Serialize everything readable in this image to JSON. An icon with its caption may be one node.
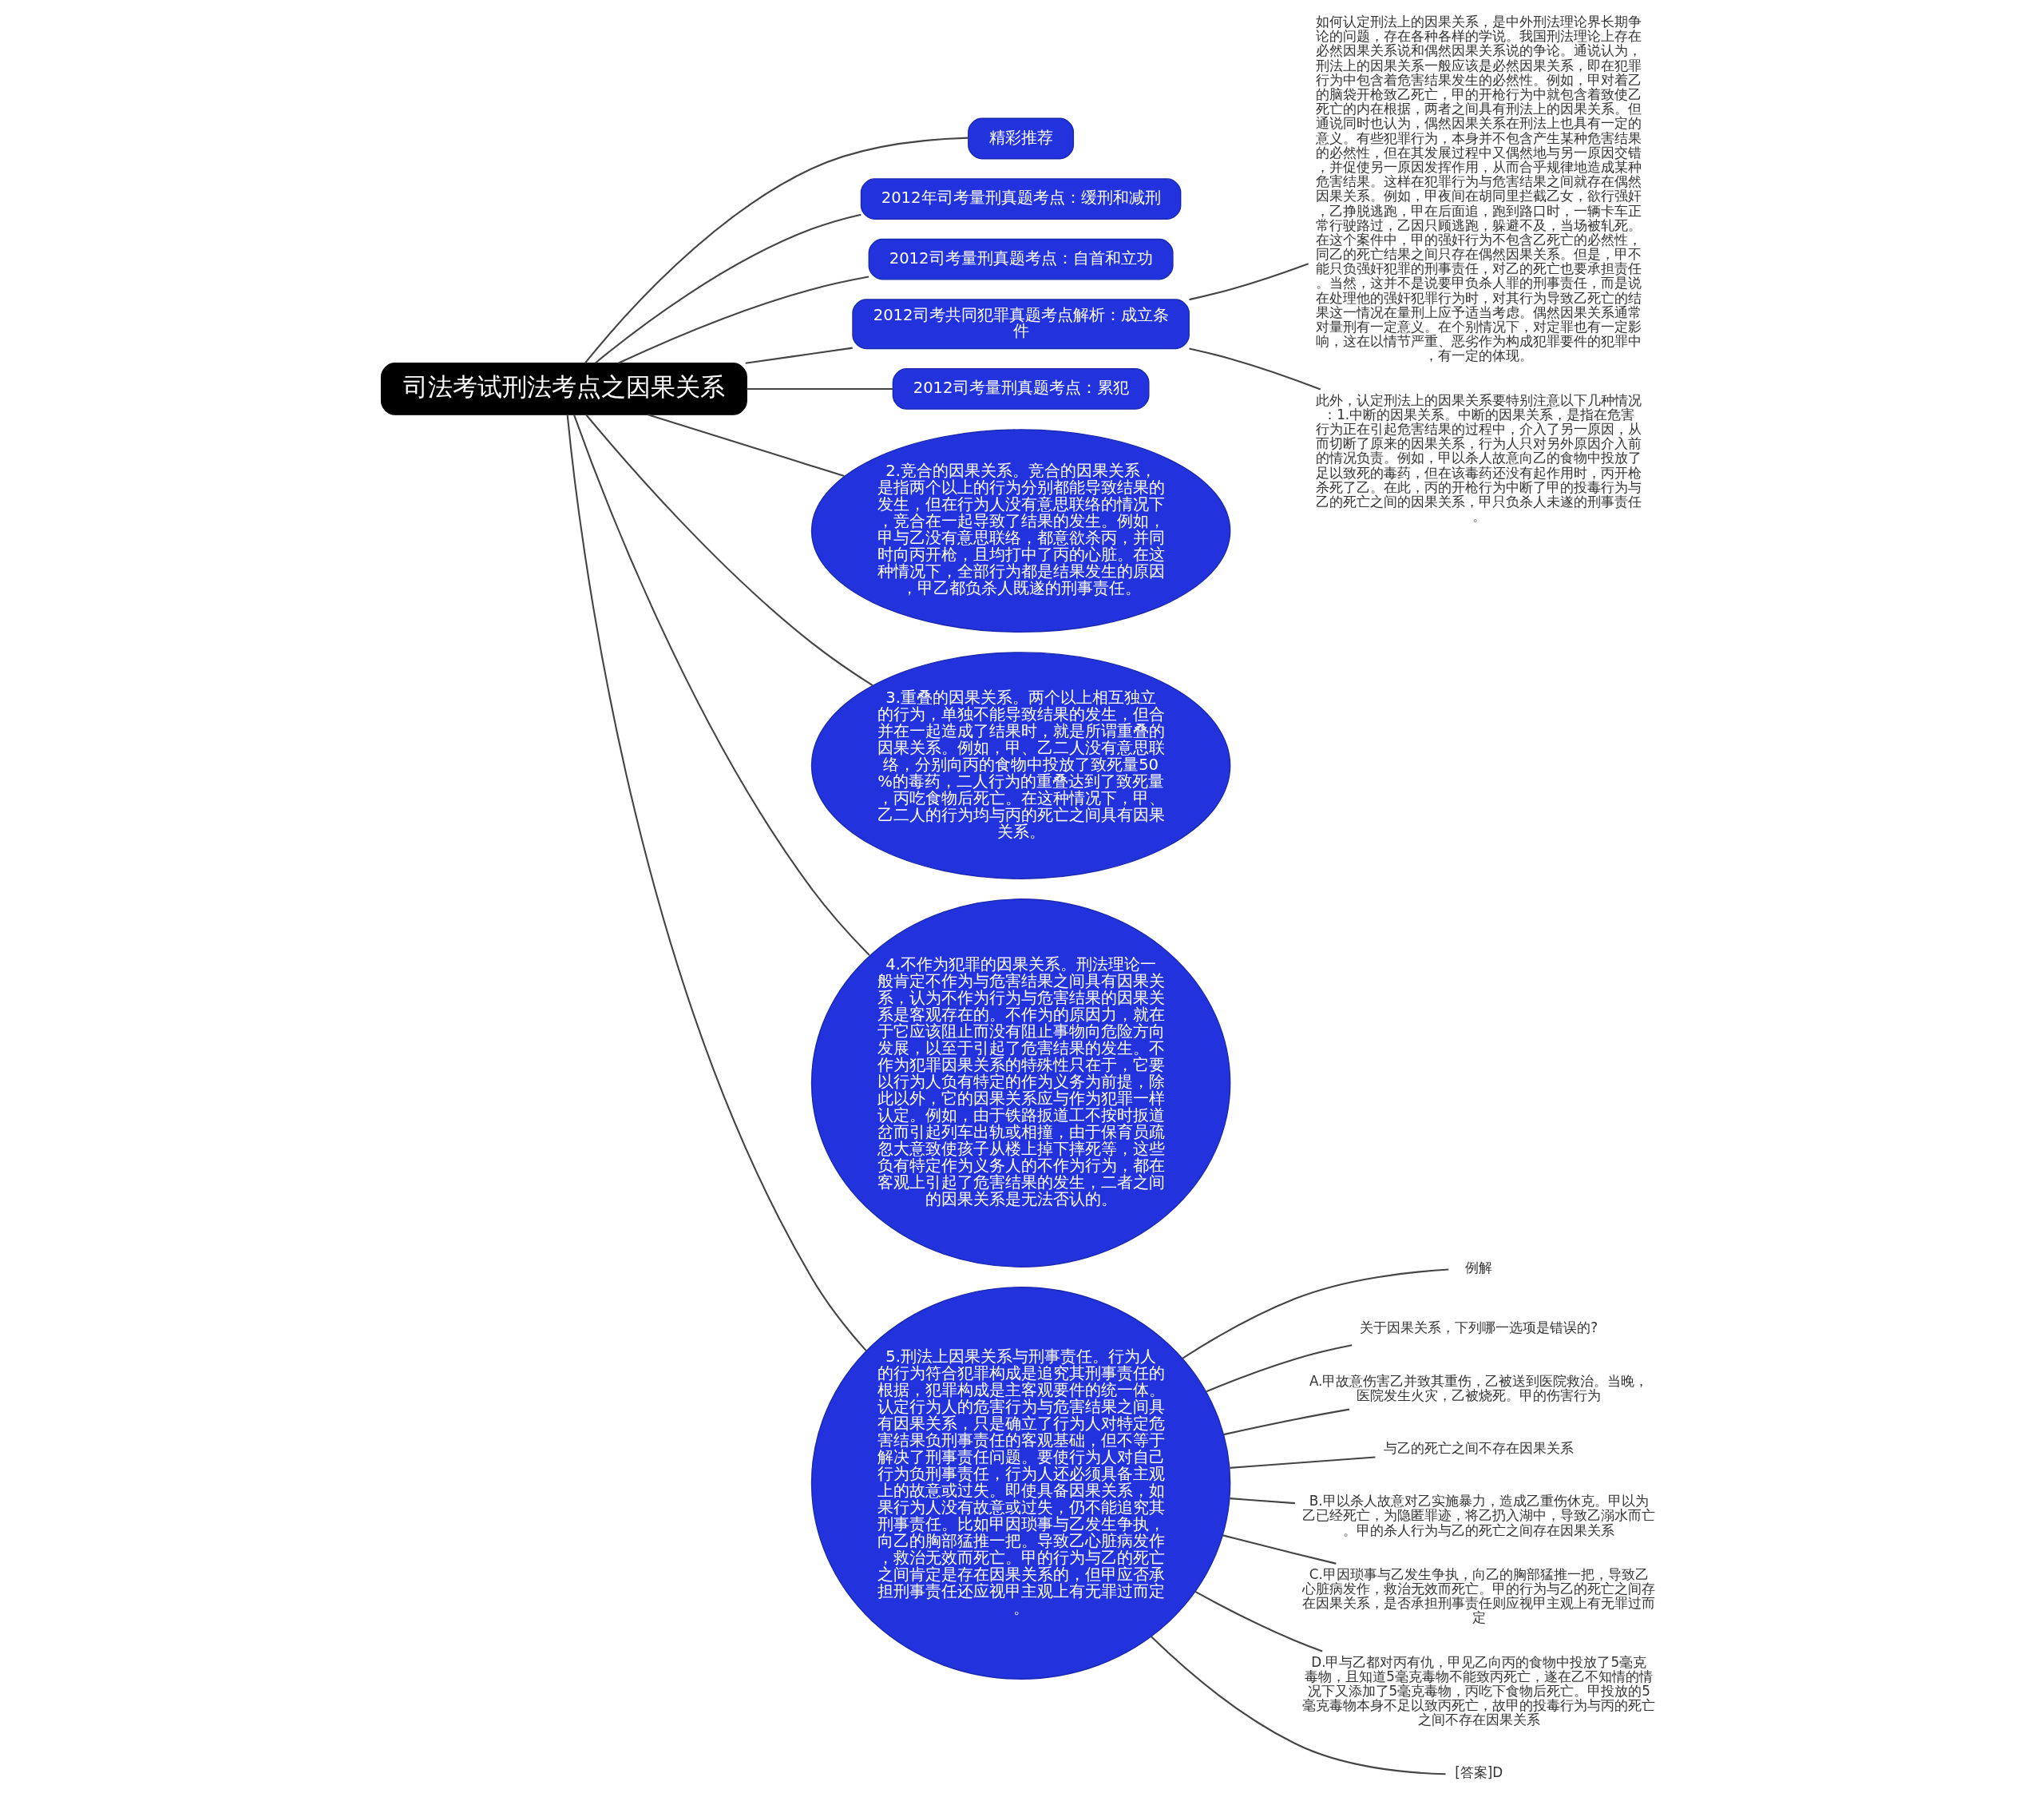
{
  "diagram": {
    "nodes": [
      {
        "text": [
          "司法考试刑法考点之因果关系"
        ]
      },
      {
        "text": [
          "精彩推荐"
        ]
      },
      {
        "text": [
          "2012年司考量刑真题考点：缓刑和减刑"
        ]
      },
      {
        "text": [
          "2012司考量刑真题考点：自首和立功"
        ]
      },
      {
        "text": [
          "2012司考共同犯罪真题考点解析：成立条件"
        ]
      },
      {
        "text": [
          "如何认定刑法上的因果关系，是中外刑法理论界长期争论的问题，存在各种各样的学说。我国刑法理论上存在必然因果关系说和偶然因果关系说的争论。通说认为，刑法上的因果关系一般应该是必然因果关系，即在犯罪行为中包含着危害结果发生的必然性。例如，甲对着乙的脑袋开枪致乙死亡，甲的开枪行为中就包含着致使乙死亡的内在根据，两者之间具有刑法上的因果关系。但通说同时也认为，偶然因果关系在刑法上也具有一定的意义。有些犯罪行为，本身并不包含产生某种危害结果的必然性，但在其发展过程中又偶然地与另一原因交错，并促使另一原因发挥作用，从而合乎规律地造成某种危害结果。这样在犯罪行为与危害结果之间就存在偶然因果关系。例如，甲夜间在胡同里拦截乙女，欲行强奸，乙挣脱逃跑，甲在后面追，跑到路口时，一辆卡车正常行驶路过，乙因只顾逃跑，躲避不及，当场被轧死。在这个案件中，甲的强奸行为不包含乙死亡的必然性，同乙的死亡结果之间只存在偶然因果关系。但是，甲不能只负强奸犯罪的刑事责任，对乙的死亡也要承担责任。当然，这并不是说要甲负杀人罪的刑事责任，而是说在处理他的强奸犯罪行为时，对其行为导致乙死亡的结果这一情况在量刑上应予适当考虑。偶然因果关系通常对量刑有一定意义。在个别情况下，对定罪也有一定影响，这在以情节严重、恶劣作为构成犯罪要件的犯罪中，有一定的体现。"
        ]
      },
      {
        "text": [
          "此外，认定刑法上的因果关系要特别注意以下几种情况：1.中断的因果关系。中断的因果关系，是指在危害行为正在引起危害结果的过程中，介入了另一原因，从而切断了原来的因果关系，行为人只对另外原因介入前的情况负责。例如，甲以杀人故意向乙的食物中投放了足以致死的毒药，但在该毒药还没有起作用时，丙开枪杀死了乙。在此，丙的开枪行为中断了甲的投毒行为与乙的死亡之间的因果关系，甲只负杀人未遂的刑事责任。"
        ]
      },
      {
        "text": [
          "2012司考量刑真题考点：累犯"
        ]
      },
      {
        "text": [
          "2.竞合的因果关系。竞合的因果关系，是指两个以上的行为分别都能导致结果的发生，但在行为人没有意思联络的情况下，竞合在一起导致了结果的发生。例如，甲与乙没有意思联络，都意欲杀丙，并同时向丙开枪，且均打中了丙的心脏。在这种情况下，全部行为都是结果发生的原因，甲乙都负杀人既遂的刑事责任。"
        ]
      },
      {
        "text": [
          "3.重叠的因果关系。两个以上相互独立的行为，单独不能导致结果的发生，但合并在一起造成了结果时，就是所谓重叠的因果关系。例如，甲、乙二人没有意思联络，分别向丙的食物中投放了致死量50%的毒药，二人行为的重叠达到了致死量，丙吃食物后死亡。在这种情况下，甲、乙二人的行为均与丙的死亡之间具有因果关系。"
        ]
      },
      {
        "text": [
          "4.不作为犯罪的因果关系。刑法理论一般肯定不作为与危害结果之间具有因果关系，认为不作为行为与危害结果的因果关系是客观存在的。不作为的原因力，就在于它应该阻止而没有阻止事物向危险方向发展，以至于引起了危害结果的发生。不作为犯罪因果关系的特殊性只在于，它要以行为人负有特定的作为义务为前提，除此以外，它的因果关系应与作为犯罪一样认定。例如，由于铁路扳道工不按时扳道岔而引起列车出轨或相撞，由于保育员疏忽大意致使孩子从楼上掉下摔死等，这些负有特定作为义务人的不作为行为，都在客观上引起了危害结果的发生，二者之间的因果关系是无法否认的。"
        ]
      },
      {
        "text": [
          "5.刑法上因果关系与刑事责任。行为人的行为符合犯罪构成是追究其刑事责任的根据，犯罪构成是主客观要件的统一体。认定行为人的危害行为与危害结果之间具有因果关系，只是确立了行为人对特定危害结果负刑事责任的客观基础，但不等于解决了刑事责任问题。要使行为人对自己行为负刑事责任，行为人还必须具备主观上的故意或过失。即使具备因果关系，如果行为人没有故意或过失，仍不能追究其刑事责任。比如甲因琐事与乙发生争执，向乙的胸部猛推一把。导致乙心脏病发作，救治无效而死亡。甲的行为与乙的死亡之间肯定是存在因果关系的，但甲应否承担刑事责任还应视甲主观上有无罪过而定。"
        ]
      },
      {
        "text": [
          "例解"
        ]
      },
      {
        "text": [
          "关于因果关系，下列哪一选项是错误的?"
        ]
      },
      {
        "text": [
          "A.甲故意伤害乙并致其重伤，乙被送到医院救治。当晚，医院发生火灾，乙被烧死。甲的伤害行为"
        ]
      },
      {
        "text": [
          "与乙的死亡之间不存在因果关系"
        ]
      },
      {
        "text": [
          "B.甲以杀人故意对乙实施暴力，造成乙重伤休克。甲以为乙已经死亡，为隐匿罪迹，将乙扔入湖中，导致乙溺水而亡。甲的杀人行为与乙的死亡之间存在因果关系"
        ]
      },
      {
        "text": [
          "C.甲因琐事与乙发生争执，向乙的胸部猛推一把，导致乙心脏病发作，救治无效而死亡。甲的行为与乙的死亡之间存在因果关系，是否承担刑事责任则应视甲主观上有无罪过而定"
        ]
      },
      {
        "text": [
          "D.甲与乙都对丙有仇，甲见乙向丙的食物中投放了5毫克毒物，且知道5毫克毒物不能致丙死亡，遂在乙不知情的情况下又添加了5毫克毒物，丙吃下食物后死亡。甲投放的5毫克毒物本身不足以致丙死亡，故甲的投毒行为与丙的死亡之间不存在因果关系"
        ]
      },
      {
        "text": [
          "[答案]D"
        ]
      }
    ],
    "edges": [
      {
        "from": 0,
        "to": 1,
        "arrow": "none"
      },
      {
        "from": 0,
        "to": 2,
        "arrow": "none"
      },
      {
        "from": 0,
        "to": 3,
        "arrow": "none"
      },
      {
        "from": 0,
        "to": 4,
        "arrow": "none"
      },
      {
        "from": 4,
        "to": 5,
        "arrow": "none"
      },
      {
        "from": 4,
        "to": 6,
        "arrow": "none"
      },
      {
        "from": 0,
        "to": 7,
        "arrow": "none"
      },
      {
        "from": 0,
        "to": 8,
        "arrow": "none"
      },
      {
        "from": 0,
        "to": 9,
        "arrow": "none"
      },
      {
        "from": 0,
        "to": 10,
        "arrow": "none"
      },
      {
        "from": 0,
        "to": 11,
        "arrow": "none"
      },
      {
        "from": 11,
        "to": 12,
        "arrow": "none"
      },
      {
        "from": 11,
        "to": 13,
        "arrow": "none"
      },
      {
        "from": 11,
        "to": 14,
        "arrow": "none"
      },
      {
        "from": 11,
        "to": 15,
        "arrow": "none"
      },
      {
        "from": 11,
        "to": 16,
        "arrow": "none"
      },
      {
        "from": 11,
        "to": 17,
        "arrow": "none"
      },
      {
        "from": 11,
        "to": 18,
        "arrow": "none"
      },
      {
        "from": 11,
        "to": 19,
        "arrow": "none"
      }
    ]
  }
}
